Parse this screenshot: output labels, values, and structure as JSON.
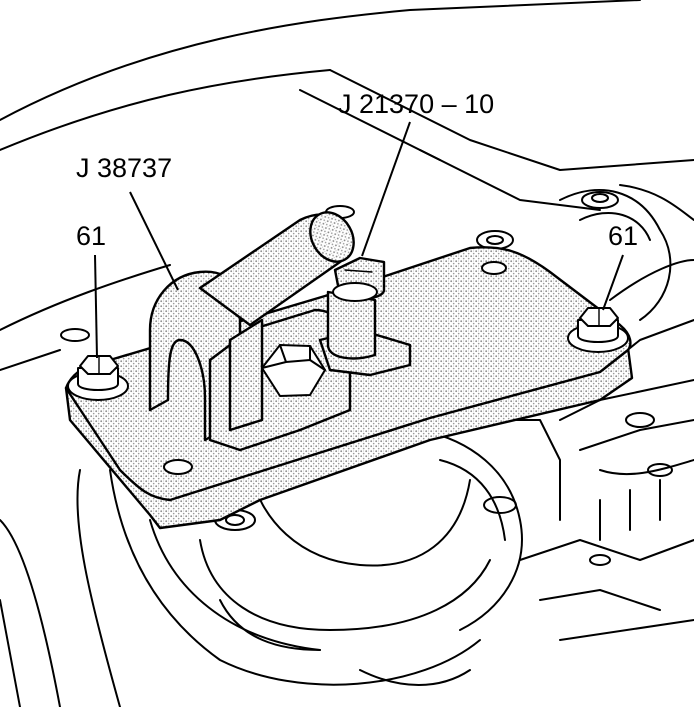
{
  "labels": {
    "tool_main": "J 38737",
    "tool_adapter": "J 21370 – 10",
    "bolt_left": "61",
    "bolt_right": "61"
  },
  "colors": {
    "line": "#000000",
    "background": "#ffffff",
    "stipple": "#8c8c8c"
  }
}
